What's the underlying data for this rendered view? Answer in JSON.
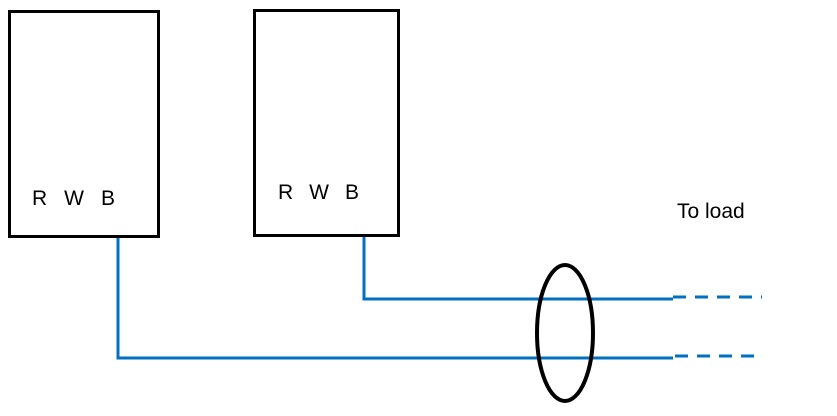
{
  "diagram": {
    "boxes": [
      {
        "terminals": [
          "R",
          "W",
          "B"
        ]
      },
      {
        "terminals": [
          "R",
          "W",
          "B"
        ]
      }
    ],
    "to_load_label": "To load",
    "colors": {
      "wire": "#0070C0",
      "box_outline": "#000000",
      "ellipse_outline": "#000000"
    }
  }
}
